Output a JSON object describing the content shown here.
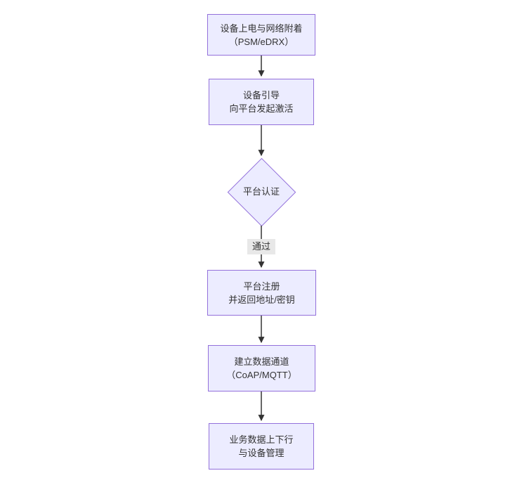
{
  "diagram": {
    "type": "flowchart",
    "direction": "top-down",
    "nodes": [
      {
        "id": "power",
        "type": "rect",
        "lines": [
          "设备上电与网络附着",
          "（PSM/eDRX）"
        ]
      },
      {
        "id": "bootstrap",
        "type": "rect",
        "lines": [
          "设备引导",
          "向平台发起激活"
        ]
      },
      {
        "id": "auth",
        "type": "diamond",
        "lines": [
          "平台认证"
        ]
      },
      {
        "id": "register",
        "type": "rect",
        "lines": [
          "平台注册",
          "并返回地址/密钥"
        ]
      },
      {
        "id": "channel",
        "type": "rect",
        "lines": [
          "建立数据通道",
          "（CoAP/MQTT）"
        ]
      },
      {
        "id": "business",
        "type": "rect",
        "lines": [
          "业务数据上下行",
          "与设备管理"
        ]
      }
    ],
    "edges": [
      {
        "from": "power",
        "to": "bootstrap",
        "label": ""
      },
      {
        "from": "bootstrap",
        "to": "auth",
        "label": ""
      },
      {
        "from": "auth",
        "to": "register",
        "label": "通过"
      },
      {
        "from": "register",
        "to": "channel",
        "label": ""
      },
      {
        "from": "channel",
        "to": "business",
        "label": ""
      }
    ],
    "colors": {
      "node_fill": "#ECECFF",
      "node_border": "#9370DB",
      "edge_color": "#333333",
      "edge_label_bg": "#e8e8e8",
      "text_color": "#333333",
      "background": "#ffffff"
    }
  }
}
